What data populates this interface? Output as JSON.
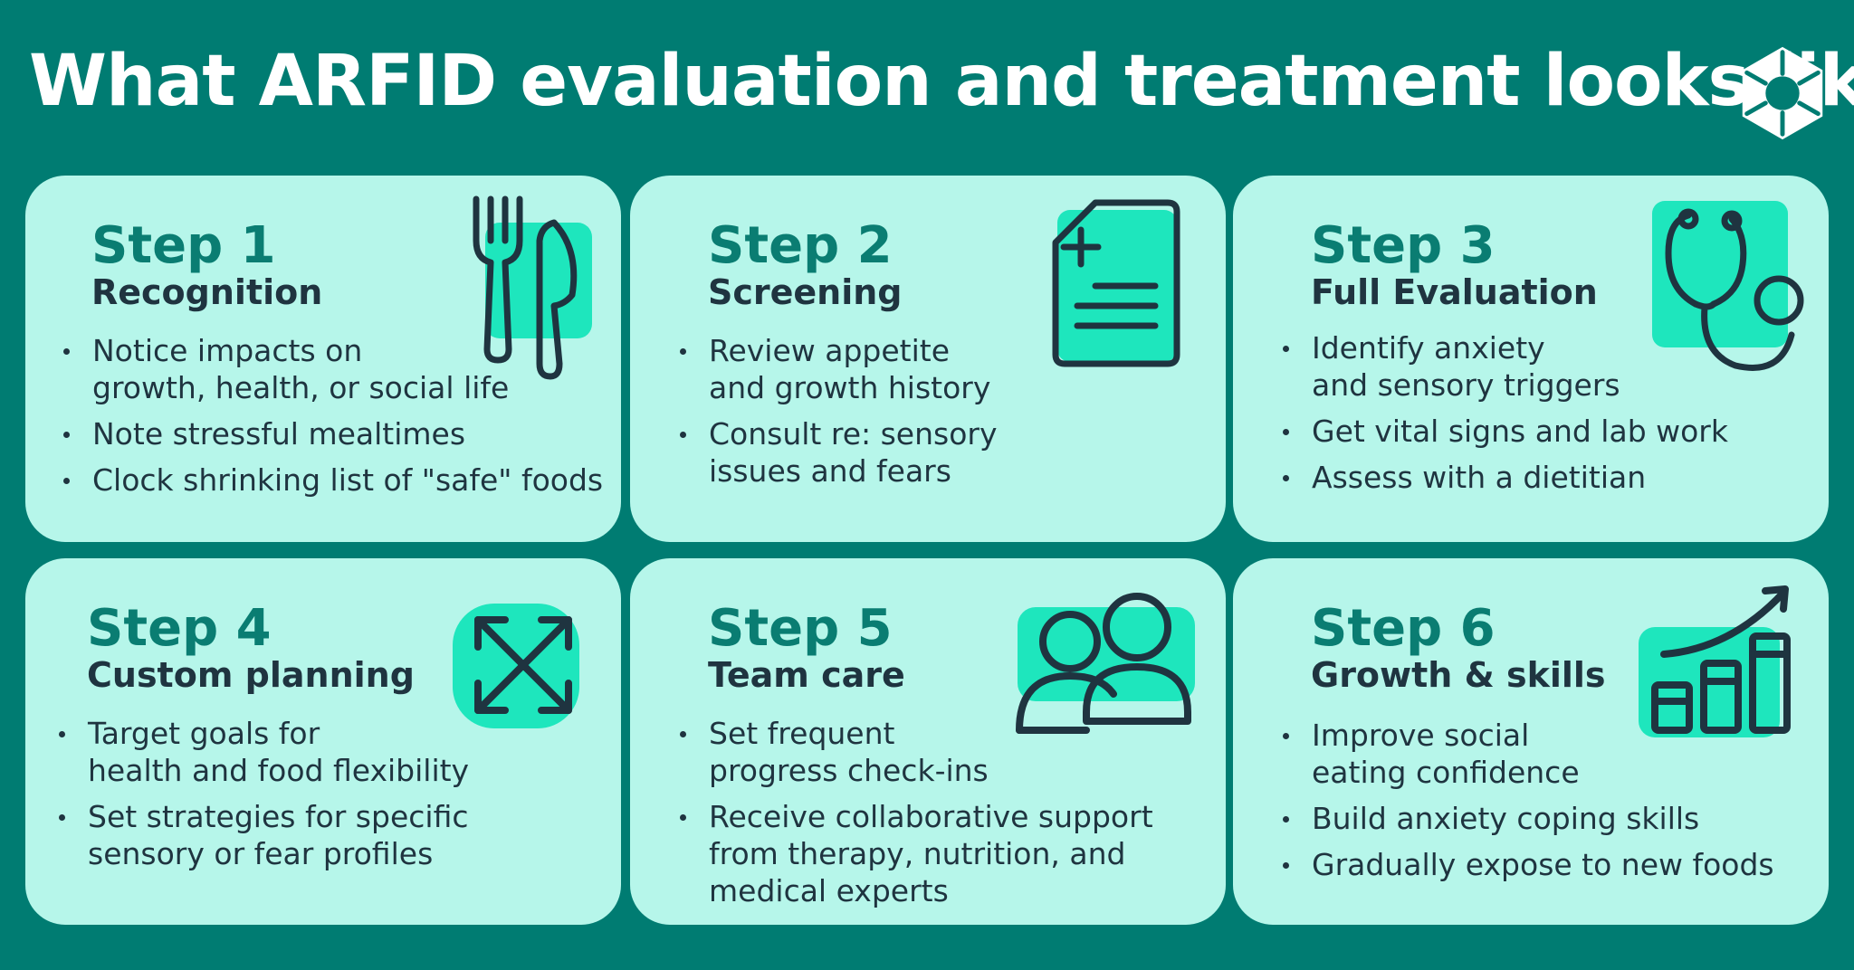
{
  "header": {
    "title": "What ARFID evaluation and treatment looks like",
    "logo_icon": "hexagon-star-logo-icon"
  },
  "colors": {
    "background": "#007c72",
    "card": "#b6f6ea",
    "accent": "#1ee6bd",
    "step_label": "#0a7d72",
    "text": "#1f3440"
  },
  "steps": [
    {
      "label": "Step 1",
      "title": "Recognition",
      "icon": "fork-knife-icon",
      "bullets": [
        [
          "Notice impacts on",
          "growth, health, or social life"
        ],
        [
          "Note stressful mealtimes"
        ],
        [
          "Clock shrinking list of \"safe\" foods"
        ]
      ]
    },
    {
      "label": "Step 2",
      "title": "Screening",
      "icon": "medical-document-icon",
      "bullets": [
        [
          "Review appetite",
          "and growth history"
        ],
        [
          "Consult re: sensory",
          "issues and fears"
        ]
      ]
    },
    {
      "label": "Step 3",
      "title": "Full Evaluation",
      "icon": "stethoscope-icon",
      "bullets": [
        [
          "Identify anxiety",
          "and sensory triggers"
        ],
        [
          "Get vital signs and lab work"
        ],
        [
          "Assess with a dietitian"
        ]
      ]
    },
    {
      "label": "Step 4",
      "title": "Custom planning",
      "icon": "expand-arrows-icon",
      "bullets": [
        [
          "Target goals for",
          "health and food flexibility"
        ],
        [
          "Set strategies for specific",
          "sensory or fear profiles"
        ]
      ]
    },
    {
      "label": "Step 5",
      "title": "Team care",
      "icon": "people-group-icon",
      "bullets": [
        [
          "Set frequent",
          "progress check-ins"
        ],
        [
          "Receive collaborative support",
          "from therapy, nutrition, and",
          "medical experts"
        ]
      ]
    },
    {
      "label": "Step 6",
      "title": "Growth & skills",
      "icon": "growth-chart-icon",
      "bullets": [
        [
          "Improve social",
          "eating confidence"
        ],
        [
          "Build anxiety coping skills"
        ],
        [
          "Gradually expose to new foods"
        ]
      ]
    }
  ]
}
